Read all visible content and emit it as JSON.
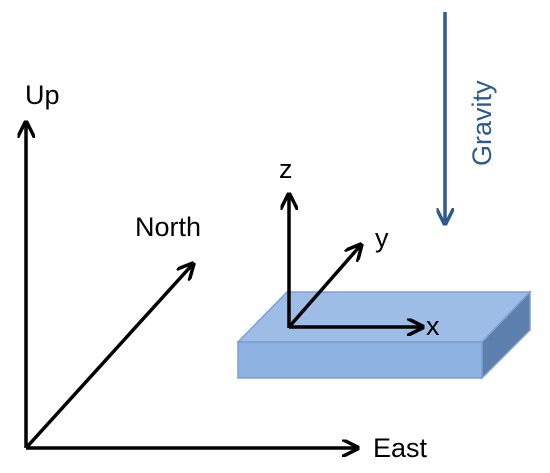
{
  "world_frame": {
    "up_label": "Up",
    "north_label": "North",
    "east_label": "East"
  },
  "body_frame": {
    "z_label": "z",
    "y_label": "y",
    "x_label": "x"
  },
  "gravity": {
    "label": "Gravity"
  },
  "colors": {
    "axis": "#000000",
    "gravity": "#2e5a8f",
    "plate_top": "#9dbde6",
    "plate_front": "#8eb3e3",
    "plate_side": "#5c7fae",
    "plate_edge": "#7f9fcf"
  }
}
